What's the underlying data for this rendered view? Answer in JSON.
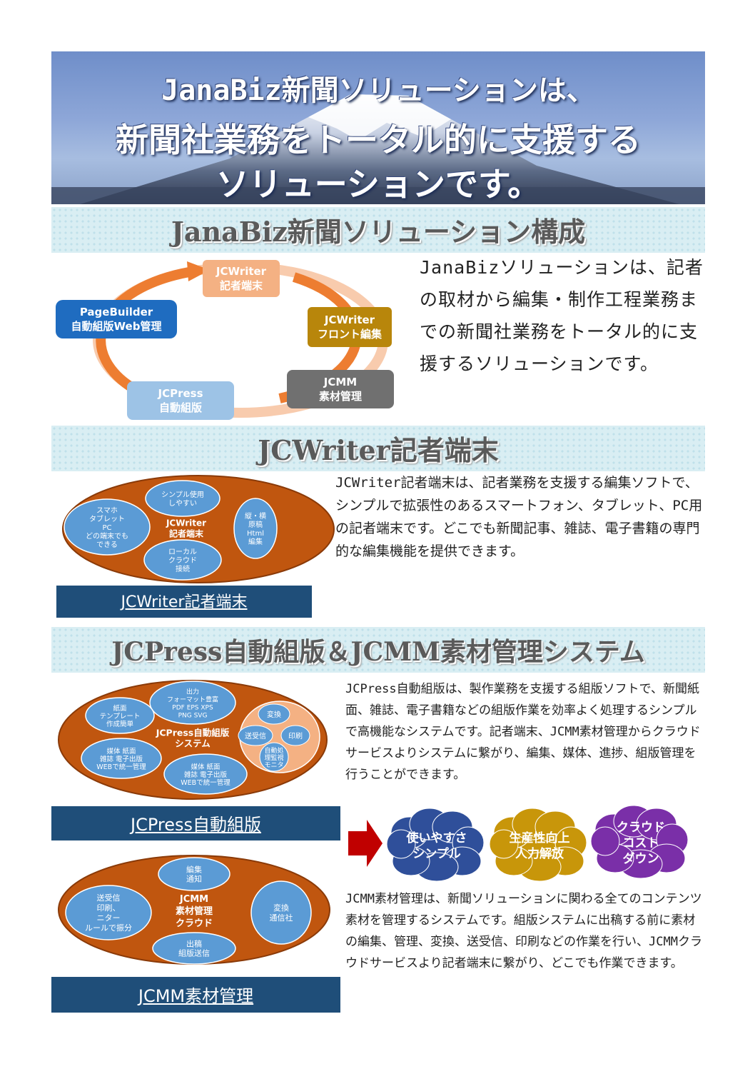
{
  "hero": {
    "line1": "JanaBiz新聞ソリューションは、",
    "line2": "新聞社業務をトータル的に支援する",
    "line3": "ソリューションです。"
  },
  "section1": {
    "title": "JanaBiz新聞ソリューション構成",
    "paragraph": "JanaBizソリューションは、記者の取材から編集・制作工程業務までの新聞社業務をトータル的に支援するソリューションです。",
    "cycle": {
      "jcwriter_l1": "JCWriter",
      "jcwriter_l2": "記者端末",
      "front_l1": "JCWriter",
      "front_l2": "フロント編集",
      "jcmm_l1": "JCMM",
      "jcmm_l2": "素材管理",
      "jcpress_l1": "JCPress",
      "jcpress_l2": "自動組版",
      "pb_l1": "PageBuilder",
      "pb_l2": "自動組版Web管理"
    }
  },
  "section2": {
    "title": "JCWriter記者端末",
    "paragraph": "JCWriter記者端末は、記者業務を支援する編集ソフトで、シンプルで拡張性のあるスマートフォン、タブレット、PC用の記者端末です。どこでも新聞記事、雑誌、電子書籍の専門的な編集機能を提供できます。",
    "caption": "JCWriter記者端末",
    "diagram": {
      "center": [
        "JCWriter",
        "記者端末"
      ],
      "top": [
        "シンプル使用",
        "しやすい"
      ],
      "left": [
        "スマホ",
        "タブレット",
        "PC",
        "どの端末でも",
        "できる"
      ],
      "bottom": [
        "ローカル",
        "クラウド",
        "接続"
      ],
      "right": [
        "縦・横",
        "原稿",
        "Html",
        "編集"
      ]
    }
  },
  "section3": {
    "title": "JCPress自動組版＆JCMM素材管理システム",
    "paragraph1": "JCPress自動組版は、製作業務を支援する組版ソフトで、新聞紙面、雑誌、電子書籍などの組版作業を効率よく処理するシンプルで高機能なシステムです。記者端末、JCMM素材管理からクラウドサービスよりシステムに繋がり、編集、媒体、進捗、組版管理を行うことができます。",
    "caption1": "JCPress自動組版",
    "diagram1": {
      "center": [
        "JCPress自動組版",
        "システム"
      ],
      "top": [
        "出力",
        "フォーマット豊富",
        "PDF  EPS  XPS",
        "PNG  SVG"
      ],
      "left": [
        "紙面",
        "テンプレート",
        "作成簡単"
      ],
      "bottomleft": [
        "媒体  紙面",
        "雑誌  電子出版",
        "WEBで統一管理"
      ],
      "bottom": [
        "媒体  紙面",
        "雑誌  電子出版",
        "WEBで統一管理"
      ],
      "r_top": "変換",
      "r_left": "送受信",
      "r_right": "印刷",
      "r_bottom": [
        "自動処",
        "理監視",
        "モニタ"
      ]
    },
    "clouds": [
      {
        "l1": "使いやすさ",
        "l2": "シンプル",
        "l3": "",
        "color": "#2f4f9a"
      },
      {
        "l1": "生産性向上",
        "l2": "人力解放",
        "l3": "",
        "color": "#c8960a"
      },
      {
        "l1": "クラウド",
        "l2": "コスト",
        "l3": "ダウン",
        "color": "#7a2fa8"
      }
    ],
    "paragraph2": "JCMM素材管理は、新聞ソリューションに関わる全てのコンテンツ素材を管理するシステムです。組版システムに出稿する前に素材の編集、管理、変換、送受信、印刷などの作業を行い、JCMMクラウドサービスより記者端末に繋がり、どこでも作業できます。",
    "caption2": "JCMM素材管理",
    "diagram2": {
      "center": [
        "JCMM",
        "素材管理",
        "クラウド"
      ],
      "top": [
        "編集",
        "通知"
      ],
      "left": [
        "送受信",
        "印刷、",
        "ニター",
        "ルールで振分"
      ],
      "bottom": [
        "出稿",
        "組版送信"
      ],
      "right": [
        "変換",
        "通信社"
      ]
    }
  },
  "colors": {
    "band_bg": "#d9eef3",
    "caption_bg": "#1f4e79",
    "oval_orange": "#c0560f",
    "inner_blue": "#5b9bd5",
    "cycle_orange": "#ed7d31",
    "arrow_red": "#c00000"
  }
}
